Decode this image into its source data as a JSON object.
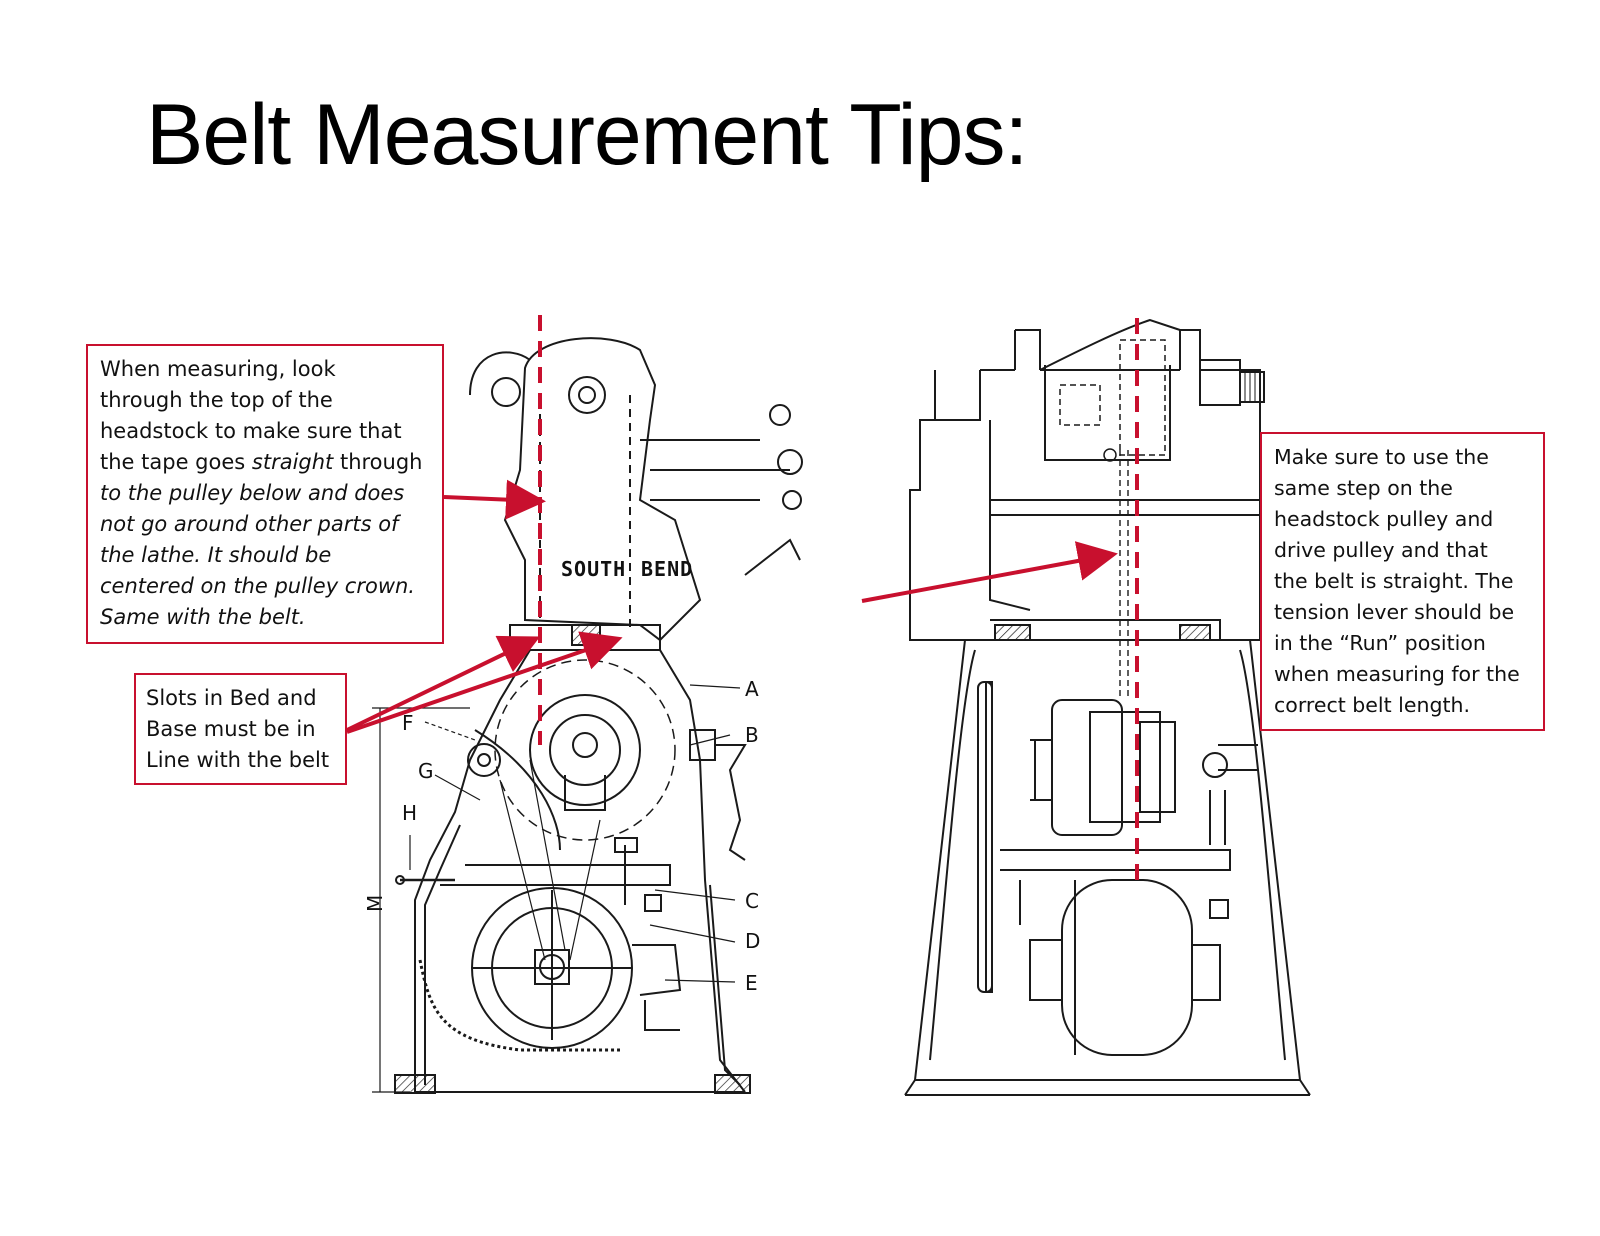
{
  "title": "Belt Measurement Tips:",
  "callouts": {
    "headstock": {
      "line1": "When measuring, look",
      "line2": "through the top of the",
      "line3": "headstock to make sure that",
      "line4a": "the tape goes ",
      "line4b": "straight",
      "line4c": " through",
      "line5": "to the pulley below and does",
      "line6": "not go around other parts of",
      "line7": "the lathe.  It should be",
      "line8": "centered on the pulley crown.",
      "line9": "Same with the belt."
    },
    "slots": {
      "line1": "Slots in Bed and",
      "line2": "Base must be in",
      "line3": "Line with the belt"
    },
    "step": {
      "line1": "Make sure to use the",
      "line2": "same step on the",
      "line3": "headstock pulley and",
      "line4": "drive pulley and that",
      "line5": "the belt is straight.  The",
      "line6": "tension lever should be",
      "line7": "in the “Run” position",
      "line8": "when measuring for the",
      "line9": "correct belt length."
    }
  },
  "drawing": {
    "brand_left": "SOUTH",
    "brand_right": "BEND",
    "labels": {
      "a": "A",
      "b": "B",
      "c": "C",
      "d": "D",
      "e": "E",
      "f": "F",
      "g": "G",
      "h": "H",
      "m": "M"
    }
  },
  "colors": {
    "accent_red": "#c8102e",
    "line_art": "#1a1a1a"
  }
}
